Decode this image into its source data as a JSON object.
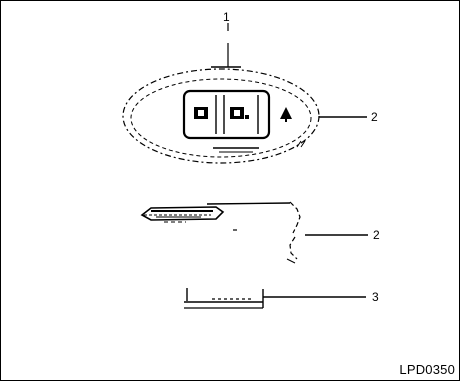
{
  "figure": {
    "code": "LPD0350",
    "callouts": {
      "top": "1",
      "fob": "2",
      "key": "2",
      "card": "3"
    }
  }
}
